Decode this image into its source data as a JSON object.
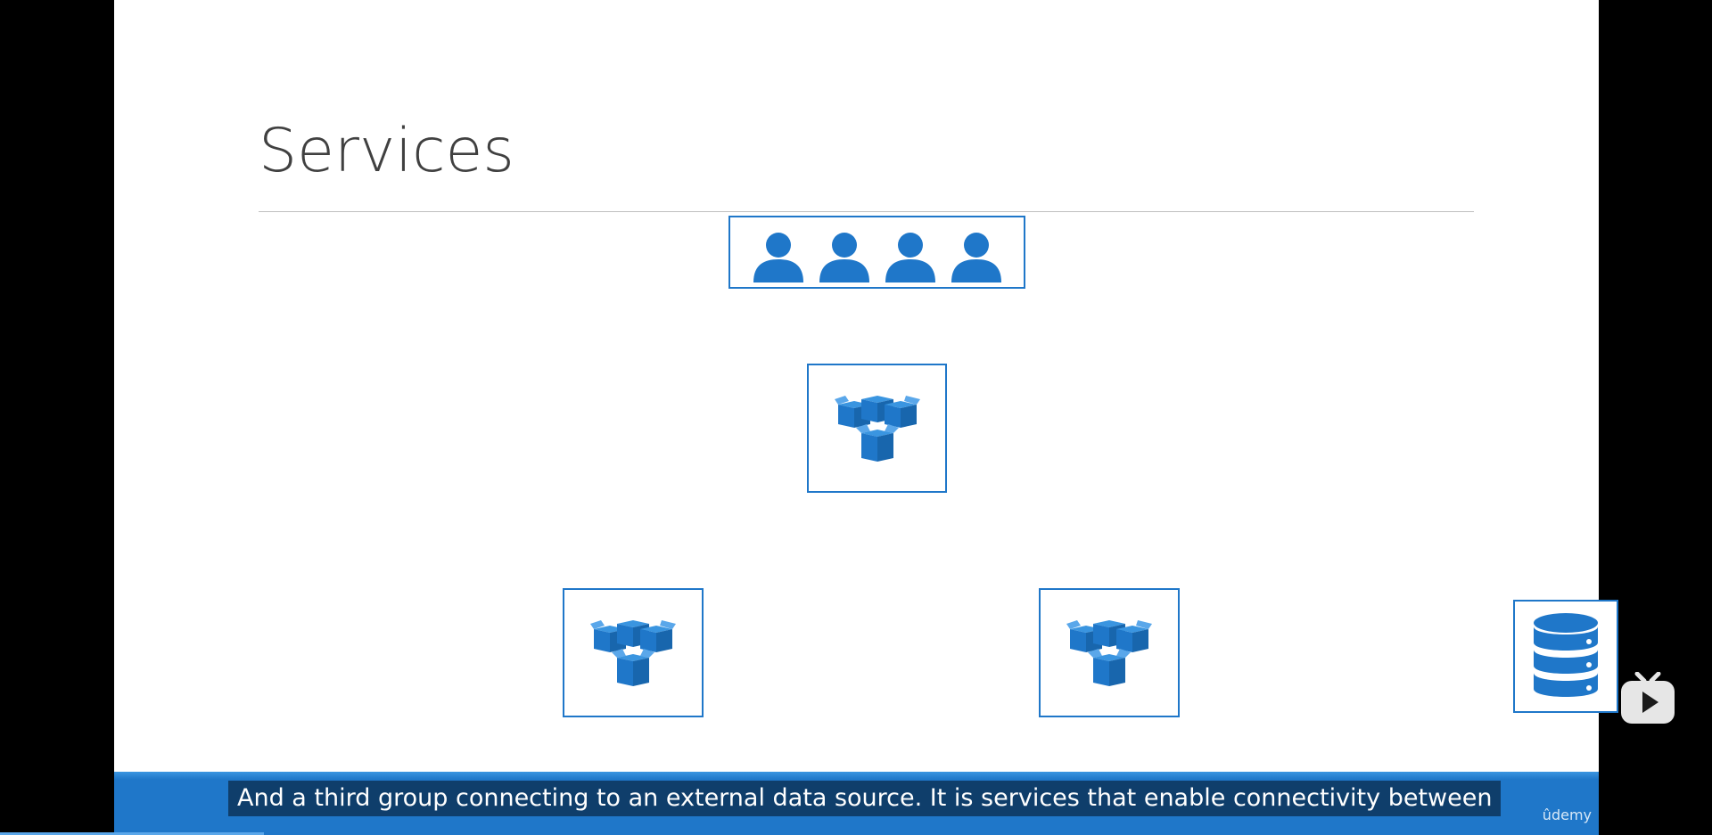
{
  "slide": {
    "title": "Services"
  },
  "diagram": {
    "users_icon": "user-icon",
    "pod_icon": "boxes-icon",
    "database_icon": "database-icon",
    "accent_color": "#1f77c9"
  },
  "caption": {
    "text": "And a third group connecting to an external data source. It is services that enable connectivity between"
  },
  "branding": {
    "logo": "ûdemy"
  },
  "overlay": {
    "play_icon": "tv-play-icon"
  }
}
